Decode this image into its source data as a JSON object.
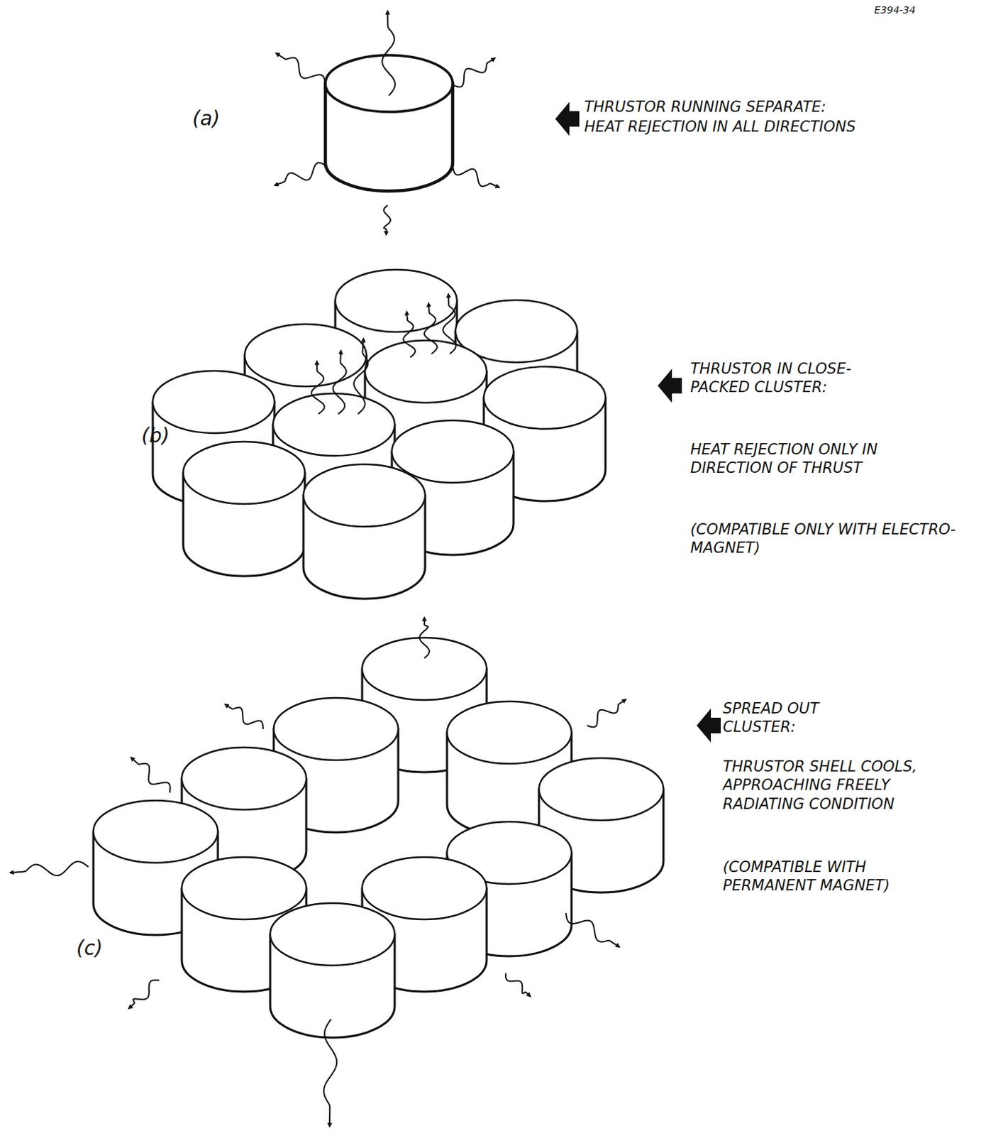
{
  "diagram": {
    "labels": [
      "E394-34",
      "(a)",
      "THRUSTOR RUNNING SEPARATE:",
      "HEAT REJECTION IN ALL DIRECTIONS",
      "(b)",
      "THRUSTOR IN CLOSE-PACKED CLUSTER:",
      "HEAT REJECTION ONLY IN DIRECTION OF THRUST",
      "(COMPATIBLE ONLY WITH ELECTRO-MAGNET)",
      "(c)",
      "SPREAD OUT CLUSTER:",
      "THRUSTOR SHELL COOLS, APPROACHING FREELY RADIATING CONDITION",
      "(COMPATIBLE WITH PERMANENT MAGNET)"
    ]
  }
}
